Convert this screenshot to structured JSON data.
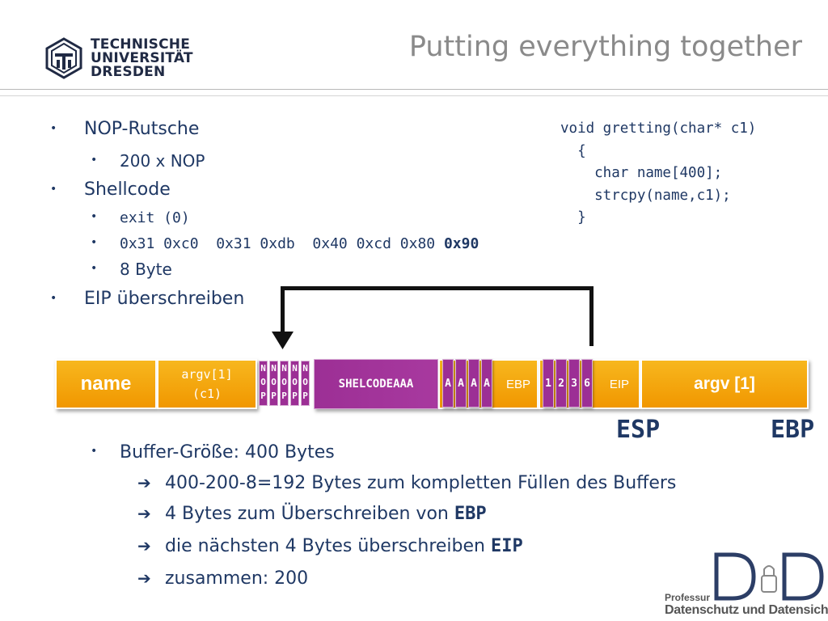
{
  "header": {
    "university_lines": [
      "TECHNISCHE",
      "UNIVERSITÄT",
      "DRESDEN"
    ],
    "title": "Putting everything together"
  },
  "bullets": {
    "nop_rutsche": "NOP-Rutsche",
    "nop_count": "200 x NOP",
    "shellcode": "Shellcode",
    "exit_call": "exit (0)",
    "bytes_prefix": "0x31 0xc0  0x31 0xdb  0x40 0xcd 0x80 ",
    "bytes_bold": "0x90",
    "size": "8 Byte",
    "eip_overwrite": "EIP überschreiben"
  },
  "code_block": "void gretting(char* c1)\n  {\n    char name[400];\n    strcpy(name,c1);\n  }",
  "memory_bar": {
    "name_label": "name",
    "argv_top": "argv[1]",
    "argv_bottom": "(c1)",
    "nop_letters": [
      "N",
      "O",
      "P"
    ],
    "nop_cols": 5,
    "shellcode_text": "SHELCODEAAA",
    "fill_letters": [
      "A",
      "A",
      "A",
      "A"
    ],
    "ebp_label": "EBP",
    "eip_digits": [
      "1",
      "2",
      "3",
      "6"
    ],
    "eip_label": "EIP",
    "argv_right": "argv [1]"
  },
  "stack_labels": {
    "esp": "ESP",
    "ebp": "EBP"
  },
  "summary": {
    "buffer_size": "Buffer-Größe: 400 Bytes",
    "lines": [
      {
        "text": "400-200-8=192 Bytes zum kompletten Füllen des Buffers",
        "code": ""
      },
      {
        "text": "4 Bytes zum Überschreiben von ",
        "code": "EBP"
      },
      {
        "text": "die nächsten 4 Bytes überschreiben ",
        "code": "EIP"
      },
      {
        "text": "zusammen: 200",
        "code": ""
      }
    ]
  },
  "footer": {
    "professur": "Professur",
    "department": "Datenschutz und Datensicherheit",
    "logo_letters": "D D"
  },
  "colors": {
    "accent_orange": "#f5a800",
    "purple": "#9c2f95",
    "text_navy": "#1f3864",
    "title_gray": "#8a8a8a"
  },
  "icons": [
    "tu-dresden-logo",
    "arrow-right-icon",
    "bullet-dot",
    "dud-logo"
  ]
}
